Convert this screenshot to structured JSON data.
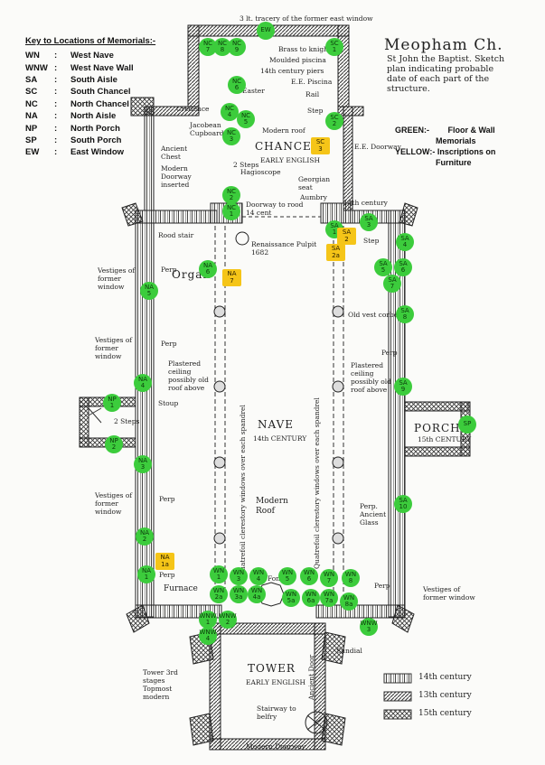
{
  "key": {
    "title": "Key to Locations of Memorials:-",
    "rows": [
      {
        "code": "WN",
        "colon": ":",
        "label": "West Nave"
      },
      {
        "code": "WNW",
        "colon": ":",
        "label": "West Nave Wall"
      },
      {
        "code": "SA",
        "colon": ":",
        "label": "South Aisle"
      },
      {
        "code": "SC",
        "colon": ":",
        "label": "South Chancel"
      },
      {
        "code": "NC",
        "colon": ":",
        "label": "North Chancel"
      },
      {
        "code": "NA",
        "colon": ":",
        "label": "North Aisle"
      },
      {
        "code": "NP",
        "colon": ":",
        "label": "North Porch"
      },
      {
        "code": "SP",
        "colon": ":",
        "label": "South Porch"
      },
      {
        "code": "EW",
        "colon": ":",
        "label": "East Window"
      }
    ]
  },
  "heading": {
    "title": "Meopham Ch.",
    "subtitle": "St John the Baptist. Sketch plan indicating probable date of each part of the structure."
  },
  "color_legend": {
    "green_label": "GREEN:-",
    "green_text_1": "Floor & Wall",
    "green_text_2": "Memorials",
    "yellow_label": "YELLOW:-",
    "yellow_text_1": "Inscriptions on",
    "yellow_text_2": "Furniture"
  },
  "colors": {
    "green": "#3ccc3c",
    "yellow": "#f5c518"
  },
  "plan_labels": {
    "east_window": "3 lt. tracery of the former east window",
    "brass_to_knight": "Brass to knight",
    "moulded_piscina": "Moulded piscina",
    "century_piers": "14th century piers",
    "ee_piscina": "E.E. Piscina",
    "rail": "Rail",
    "sepulchre": "Easter",
    "credence": "Credence",
    "step_top": "Step",
    "jacobean_cupboard": "Jacobean Cupboard",
    "ancient_chest": "Ancient Chest",
    "two_steps_top": "2 Steps",
    "modern_doorway": "Modern Doorway inserted",
    "modern_roof_top": "Modern roof",
    "chancel": "CHANCEL",
    "early_english_top": "EARLY ENGLISH",
    "hagioscope": "Hagioscope",
    "georgian_seat": "Georgian seat",
    "aumbry": "Aumbry",
    "ee_doorway": "E.E. Doorway",
    "fourteenth_cent": "14th century",
    "doorway_rood": "Doorway to rood 14 cent",
    "rood_stair": "Rood stair",
    "renaissance_pulpit": "Renaissance Pulpit 1682",
    "step_right": "Step",
    "vestiges_1": "Vestiges of former window",
    "perp_1": "Perp",
    "organ": "Organ",
    "old_vest_corbel": "Old vest corbel",
    "vestiges_2": "Vestiges of former window",
    "perp_2": "Perp",
    "plastered_left": "Plastered ceiling possibly old roof above",
    "plastered_right": "Plastered ceiling possibly old roof above",
    "perp_3": "Perp",
    "stoup": "Stoup",
    "nave": "NAVE",
    "nave_century": "14th CENTURY",
    "two_steps_porch": "2 Steps",
    "porch": "PORCH",
    "porch_century": "15th CENTURY",
    "vestiges_3": "Vestiges of former window",
    "perp_4": "Perp",
    "modern_roof": "Modern Roof",
    "perp_ancient_glass": "Perp. Ancient Glass",
    "clerestory_left": "Quatrefoil clerestory windows over each spandrel",
    "clerestory_right": "Quatrefoil clerestory windows over each spandrel",
    "perp_5": "Perp",
    "furnace": "Furnace",
    "font": "Font",
    "perp_6": "Perp",
    "vestiges_4": "Vestiges of former window",
    "tower_stages": "Tower 3rd stages Topmost modern",
    "tower": "TOWER",
    "early_english_tower": "EARLY ENGLISH",
    "stairway": "Stairway to belfry",
    "sundial": "Sundial",
    "ancient_door": "Ancient Door",
    "modern_doorway_bottom": "Modern Doorway"
  },
  "hatch_legend": [
    {
      "label": "14th century"
    },
    {
      "label": "13th century"
    },
    {
      "label": "15th century"
    }
  ],
  "markers_green": [
    {
      "id": "EW",
      "text": "EW"
    },
    {
      "id": "NC7",
      "text": "NC\n7"
    },
    {
      "id": "NC8",
      "text": "NC\n8"
    },
    {
      "id": "NC9",
      "text": "NC\n9"
    },
    {
      "id": "SC1",
      "text": "SC\n1"
    },
    {
      "id": "NC6",
      "text": "NC\n6"
    },
    {
      "id": "NC4",
      "text": "NC\n4"
    },
    {
      "id": "NC5",
      "text": "NC\n5"
    },
    {
      "id": "SC2",
      "text": "SC\n2"
    },
    {
      "id": "NC3",
      "text": "NC\n3"
    },
    {
      "id": "NC2",
      "text": "NC\n2"
    },
    {
      "id": "NC1",
      "text": "NC\n1"
    },
    {
      "id": "SA1",
      "text": "SA\n1"
    },
    {
      "id": "SA3",
      "text": "SA\n3"
    },
    {
      "id": "SA4",
      "text": "SA\n4"
    },
    {
      "id": "NA6",
      "text": "NA\n6"
    },
    {
      "id": "SA5",
      "text": "SA\n5"
    },
    {
      "id": "SA6",
      "text": "SA\n6"
    },
    {
      "id": "SA7",
      "text": "SA\n7"
    },
    {
      "id": "NA5",
      "text": "NA\n5"
    },
    {
      "id": "SA8",
      "text": "SA\n8"
    },
    {
      "id": "NA4",
      "text": "NA\n4"
    },
    {
      "id": "SA9",
      "text": "SA\n9"
    },
    {
      "id": "NP1",
      "text": "NP\n1"
    },
    {
      "id": "SP",
      "text": "SP"
    },
    {
      "id": "NP2",
      "text": "NP\n2"
    },
    {
      "id": "NA3",
      "text": "NA\n3"
    },
    {
      "id": "SA10",
      "text": "SA\n10"
    },
    {
      "id": "NA2",
      "text": "NA\n2"
    },
    {
      "id": "NA1",
      "text": "NA\n1"
    },
    {
      "id": "WN1",
      "text": "WN\n1"
    },
    {
      "id": "WN3",
      "text": "WN\n3"
    },
    {
      "id": "WN4",
      "text": "WN\n4"
    },
    {
      "id": "WN5",
      "text": "WN\n5"
    },
    {
      "id": "WN6",
      "text": "WN\n6"
    },
    {
      "id": "WN7",
      "text": "WN\n7"
    },
    {
      "id": "WN8",
      "text": "WN\n8"
    },
    {
      "id": "WN2a",
      "text": "WN\n2a"
    },
    {
      "id": "WN3a",
      "text": "WN\n3a"
    },
    {
      "id": "WN4a",
      "text": "WN\n4a"
    },
    {
      "id": "WN5a",
      "text": "WN\n5a"
    },
    {
      "id": "WN6a",
      "text": "WN\n6a"
    },
    {
      "id": "WN7a",
      "text": "WN\n7a"
    },
    {
      "id": "WN8a",
      "text": "WN\n8a"
    },
    {
      "id": "WNW1",
      "text": "WNW\n1"
    },
    {
      "id": "WNW2",
      "text": "WNW\n2"
    },
    {
      "id": "WNW3",
      "text": "WNW\n3"
    },
    {
      "id": "WNW4",
      "text": "WNW\n4"
    }
  ],
  "markers_yellow": [
    {
      "id": "SC3",
      "text": "SC\n3"
    },
    {
      "id": "SA2",
      "text": "SA\n2"
    },
    {
      "id": "SA2a",
      "text": "SA\n2a"
    },
    {
      "id": "NA7",
      "text": "NA\n7"
    },
    {
      "id": "NA1a",
      "text": "NA\n1a"
    }
  ]
}
